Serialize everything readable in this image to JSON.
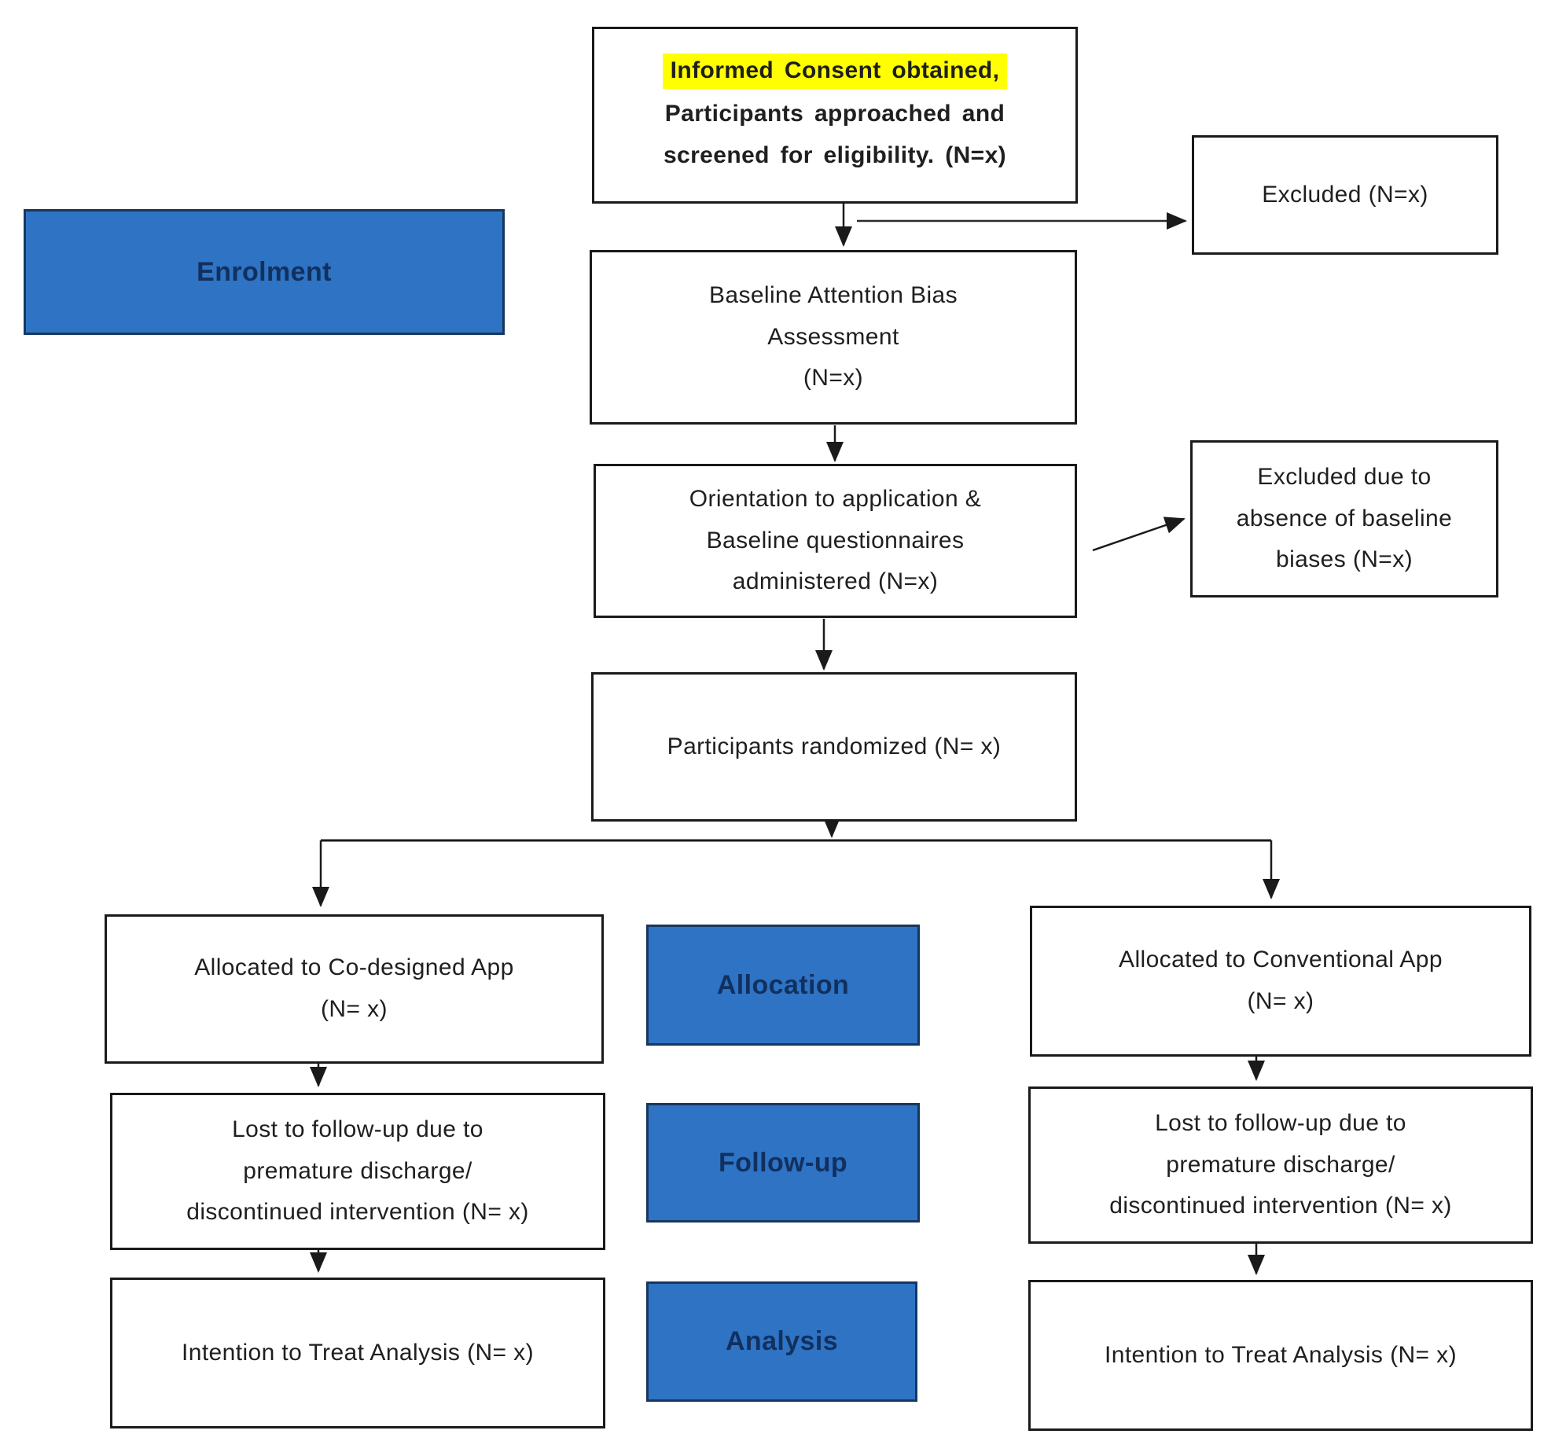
{
  "diagram_title": "Participant flow diagram (CONSORT-style)",
  "colors": {
    "stage_fill": "#2e73c4",
    "stage_border": "#17375e",
    "stage_text": "#12305e",
    "box_border": "#1a1a1a",
    "box_text": "#1f1f1f",
    "highlight": "#ffff00",
    "arrow": "#1a1a1a",
    "background": "#ffffff"
  },
  "stages": {
    "enrolment": {
      "label": "Enrolment"
    },
    "allocation": {
      "label": "Allocation"
    },
    "followup": {
      "label": "Follow-up"
    },
    "analysis": {
      "label": "Analysis"
    }
  },
  "nodes": {
    "consent": {
      "line1": "Informed Consent obtained,",
      "line2": "Participants approached and",
      "line3": "screened for eligibility. (N=x)"
    },
    "excluded1": {
      "line1": "Excluded (N=x)"
    },
    "baseline": {
      "line1": "Baseline Attention Bias",
      "line2": "Assessment",
      "line3": "(N=x)"
    },
    "orientation": {
      "line1": "Orientation to application &",
      "line2": "Baseline questionnaires",
      "line3": "administered (N=x)"
    },
    "excluded2": {
      "line1": "Excluded due to",
      "line2": "absence of baseline",
      "line3": "biases (N=x)"
    },
    "randomized": {
      "line1": "Participants randomized (N= x)"
    },
    "alloc_left": {
      "line1": "Allocated to Co-designed App",
      "line2": "(N= x)"
    },
    "alloc_right": {
      "line1": "Allocated to Conventional App",
      "line2": "(N= x)"
    },
    "lost_left": {
      "line1": "Lost to follow-up due to",
      "line2": "premature discharge/",
      "line3": "discontinued intervention (N= x)"
    },
    "lost_right": {
      "line1": "Lost to follow-up due to",
      "line2": "premature discharge/",
      "line3": "discontinued intervention (N= x)"
    },
    "itt_left": {
      "line1": "Intention to Treat Analysis (N= x)"
    },
    "itt_right": {
      "line1": "Intention to Treat Analysis (N= x)"
    }
  }
}
